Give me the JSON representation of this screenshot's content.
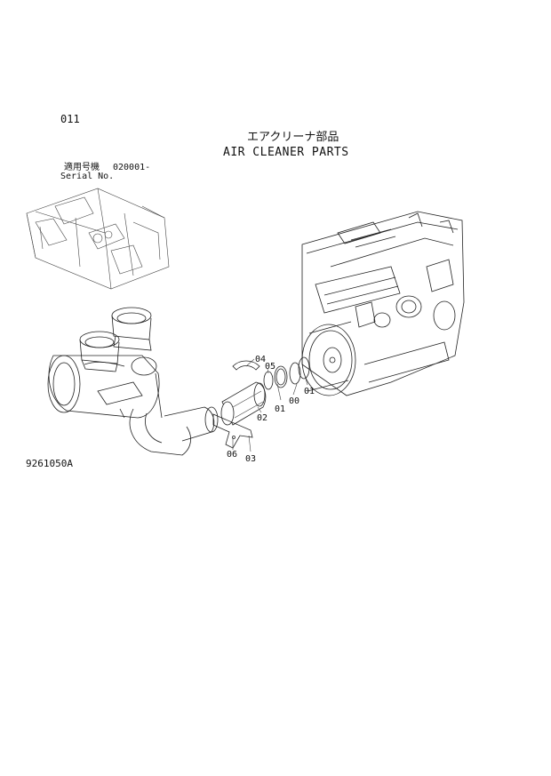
{
  "page": {
    "number": "011",
    "title_jp": "エアクリーナ部品",
    "title_en": "AIR CLEANER PARTS",
    "serial_jp": "適用号機",
    "serial_value": "020001-",
    "serial_en": "Serial No.",
    "figure_code": "9261050A"
  },
  "callouts": [
    {
      "id": "04",
      "label": "04"
    },
    {
      "id": "05",
      "label": "05"
    },
    {
      "id": "01a",
      "label": "01"
    },
    {
      "id": "02",
      "label": "02"
    },
    {
      "id": "01b",
      "label": "01"
    },
    {
      "id": "00",
      "label": "00"
    },
    {
      "id": "06",
      "label": "06"
    },
    {
      "id": "03",
      "label": "03"
    }
  ]
}
